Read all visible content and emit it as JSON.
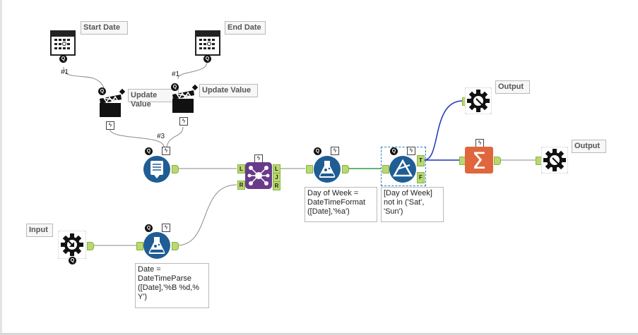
{
  "workflow": {
    "start_date_label": "Start Date",
    "end_date_label": "End Date",
    "update_value_label_1": "Update Value",
    "update_value_label_2": "Update Value",
    "input_label": "Input",
    "output_label_1": "Output",
    "output_label_2": "Output",
    "anchor_hash1_a": "#1",
    "anchor_hash1_b": "#1",
    "anchor_hash3": "#3",
    "formula_date_parse": "Date =\nDateTimeParse\n([Date],'%B %d,%\nY')",
    "formula_day_of_week": "Day of Week =\nDateTimeFormat\n([Date],'%a')",
    "filter_expression": "[Day of Week]\nnot in ('Sat',\n'Sun')",
    "join_anchors": {
      "left_in": "L",
      "right_in": "R",
      "left_out": "L",
      "join_out": "J",
      "right_out": "R"
    },
    "filter_anchors": {
      "true_out": "T",
      "false_out": "F"
    },
    "badge_q": "Q",
    "badge_bolt": "ϟ"
  },
  "colors": {
    "tool_blue": "#1f5d94",
    "join_purple": "#6a3a8a",
    "summarize_orange": "#e0663d",
    "anchor_green": "#b8d96f",
    "connection_gray": "#8a8a8a",
    "connection_green": "#2e9e3a",
    "connection_blue": "#1a35b8"
  },
  "icons": {
    "date_picker": "calendar-icon",
    "action": "clapperboard-icon",
    "generate_rows": "generate-rows-icon",
    "formula": "flask-icon",
    "join": "join-network-icon",
    "filter": "filter-triangle-icon",
    "summarize": "sigma-icon",
    "input": "input-gear-icon",
    "output": "output-gear-icon"
  }
}
